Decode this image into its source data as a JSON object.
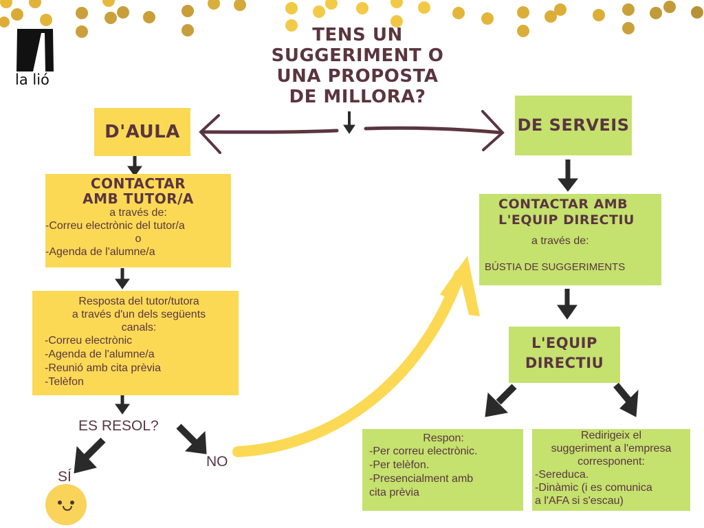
{
  "logo": {
    "text": "la lió",
    "icon": "logo-icon"
  },
  "title": {
    "lines": [
      "TENS UN",
      "SUGGERIMENT O",
      "UNA PROPOSTA",
      "DE MILLORA?"
    ]
  },
  "branches": {
    "left": {
      "label": "D'AULA",
      "color": "#fbd954"
    },
    "right": {
      "label": "DE SERVEIS",
      "color": "#c5e16e"
    }
  },
  "aula": {
    "contact": {
      "heading": [
        "CONTACTAR",
        "AMB TUTOR/A"
      ],
      "via": "a través de:",
      "items": [
        "-Correu electrònic del tutor/a",
        "o",
        "-Agenda de l'alumne/a"
      ]
    },
    "response": {
      "heading": [
        "Resposta del tutor/tutora",
        "a través d'un dels següents",
        "canals:"
      ],
      "items": [
        "-Correu electrònic",
        "-Agenda de l'alumne/a",
        "-Reunió amb cita prèvia",
        "-Telèfon"
      ]
    },
    "question": "ES RESOL?",
    "yes": "SÍ",
    "no": "NO",
    "yes_icon": "smiley-face-icon"
  },
  "serveis": {
    "contact": {
      "heading": [
        "CONTACTAR AMB",
        "L'EQUIP DIRECTIU"
      ],
      "via": "a través de:",
      "channel": "BÚSTIA DE SUGGERIMENTS"
    },
    "equip": {
      "heading": [
        "L'EQUIP",
        "DIRECTIU"
      ]
    },
    "respon": {
      "heading": "Respon:",
      "items": [
        "-Per correu electrònic.",
        "-Per telèfon.",
        "-Presencialment amb",
        "cita prèvia"
      ]
    },
    "redirect": {
      "heading": [
        "Redirigeix el",
        "suggeriment a l'empresa",
        "corresponent:"
      ],
      "items": [
        "-Sereduca.",
        "-Dinàmic (i es comunica",
        "a l'AFA si s'escau)"
      ]
    }
  },
  "colors": {
    "text": "#5a3540",
    "yellow": "#fbd954",
    "green": "#c5e16e",
    "gold": "#d9ad32",
    "arrow": "#2a2a2a",
    "connector": "#5a3540"
  }
}
